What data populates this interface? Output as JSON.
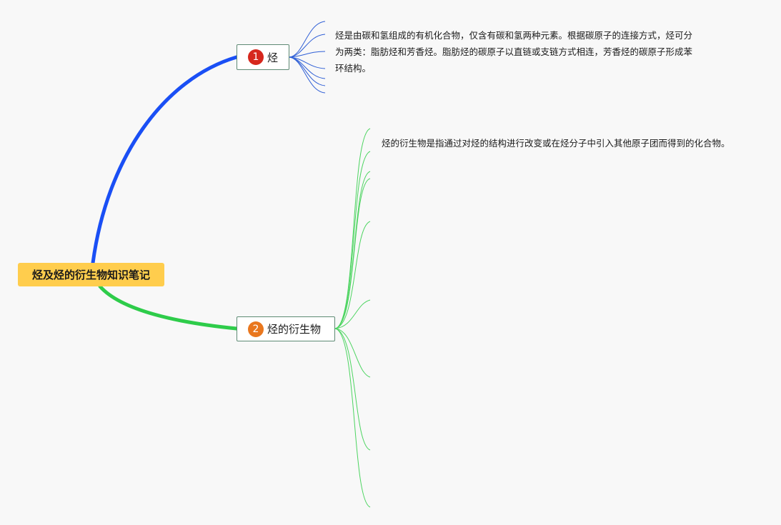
{
  "root": {
    "title": "烃及烃的衍生物知识笔记",
    "color": "#ffcd4d"
  },
  "branches": [
    {
      "number": "1",
      "label": "烃",
      "branch_color": "#1a4ff5",
      "badge_color": "#d6271d",
      "note": "烃是由碳和氢组成的有机化合物，仅含有碳和氢两种元素。根据碳原子的连接方式，烃可分为两类：脂肪烃和芳香烃。脂肪烃的碳原子以直链或支链方式相连，芳香烃的碳原子形成苯环结构。"
    },
    {
      "number": "2",
      "label": "烃的衍生物",
      "branch_color": "#2ecc4a",
      "badge_color": "#e9771e",
      "note": "烃的衍生物是指通过对烃的结构进行改变或在烃分子中引入其他原子团而得到的化合物。"
    }
  ]
}
